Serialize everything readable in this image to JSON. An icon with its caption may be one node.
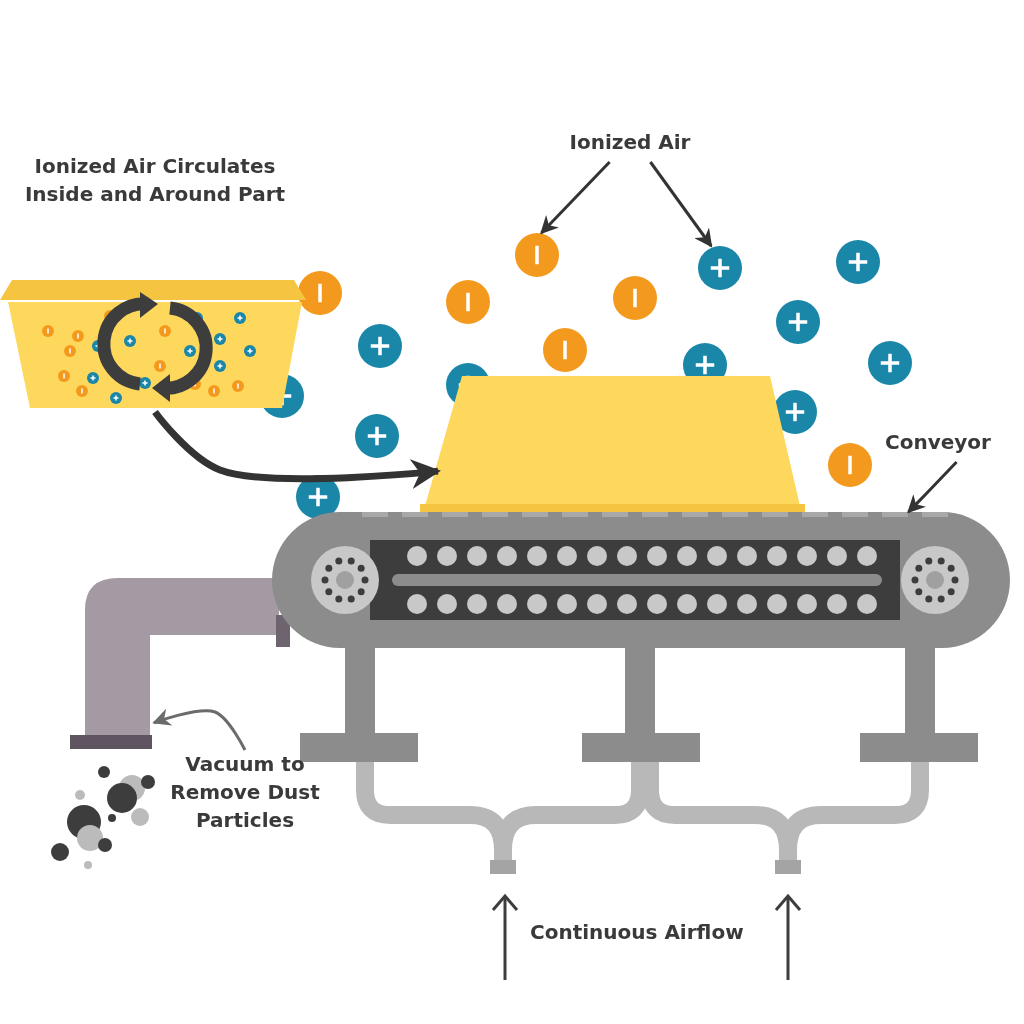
{
  "diagram": {
    "nodes": [
      {
        "text": [
          "Ionized Air Circulates Inside and Around Part"
        ]
      },
      {
        "text": [],
        "shape": "picture"
      },
      {
        "text": [
          "Ionized Air"
        ]
      },
      {
        "text": [],
        "shape": "circle"
      },
      {
        "text": [],
        "shape": "circle"
      },
      {
        "text": [
          "Conveyor"
        ]
      },
      {
        "text": [],
        "shape": "picture"
      },
      {
        "text": [
          "Vacuum to Remove Dust Particles"
        ]
      },
      {
        "text": [],
        "shape": "box"
      }
    ],
    "edges": [
      {
        "from": 0,
        "to": 1,
        "arrow": "to",
        "style": "thick"
      },
      {
        "from": 2,
        "to": 3,
        "arrow": "to"
      },
      {
        "from": 2,
        "to": 4,
        "arrow": "to"
      },
      {
        "from": 5,
        "to": 6,
        "arrow": "to"
      },
      {
        "from": 7,
        "to": 8,
        "arrow": "to",
        "color": "#6b6b6b"
      }
    ],
    "labels": [
      "Continuous Airflow"
    ]
  }
}
